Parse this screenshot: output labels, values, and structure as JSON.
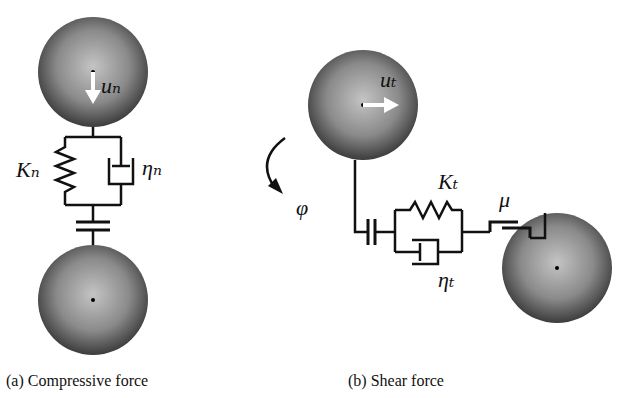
{
  "diagram": {
    "labels": [
      "uₙ",
      "Kₙ",
      "ηₙ",
      "uₜ",
      "Kₜ",
      "φ",
      "μ",
      "ηₜ",
      "(a) Compressive force",
      "(b) Shear force"
    ]
  }
}
